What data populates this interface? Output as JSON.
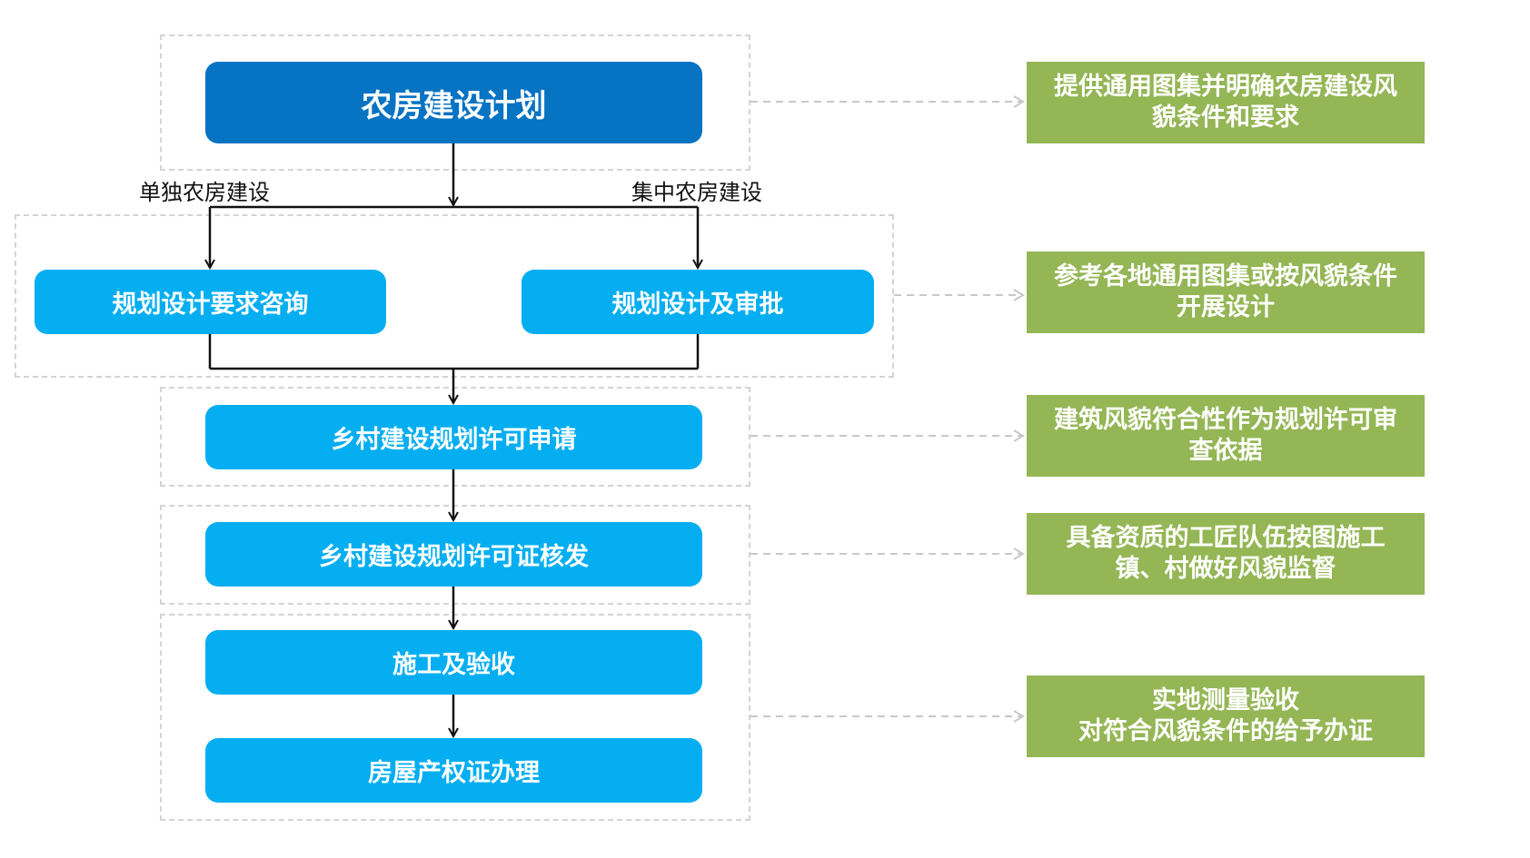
{
  "flow": {
    "start": "农房建设计划",
    "branch_left_label": "单独农房建设",
    "branch_right_label": "集中农房建设",
    "left_branch_step": "规划设计要求咨询",
    "right_branch_step": "规划设计及审批",
    "steps": [
      "乡村建设规划许可申请",
      "乡村建设规划许可证核发",
      "施工及验收",
      "房屋产权证办理"
    ]
  },
  "notes": [
    "提供通用图集并明确农房建设风\n貌条件和要求",
    "参考各地通用图集或按风貌条件\n开展设计",
    "建筑风貌符合性作为规划许可审\n查依据",
    "具备资质的工匠队伍按图施工\n镇、村做好风貌监督",
    "实地测量验收\n对符合风貌条件的给予办证"
  ],
  "colors": {
    "main_node": "#0773c3",
    "step_node": "#05aef0",
    "note_box": "#94b655",
    "dashed_frame": "#d4d4d4",
    "connector": "#111111"
  }
}
